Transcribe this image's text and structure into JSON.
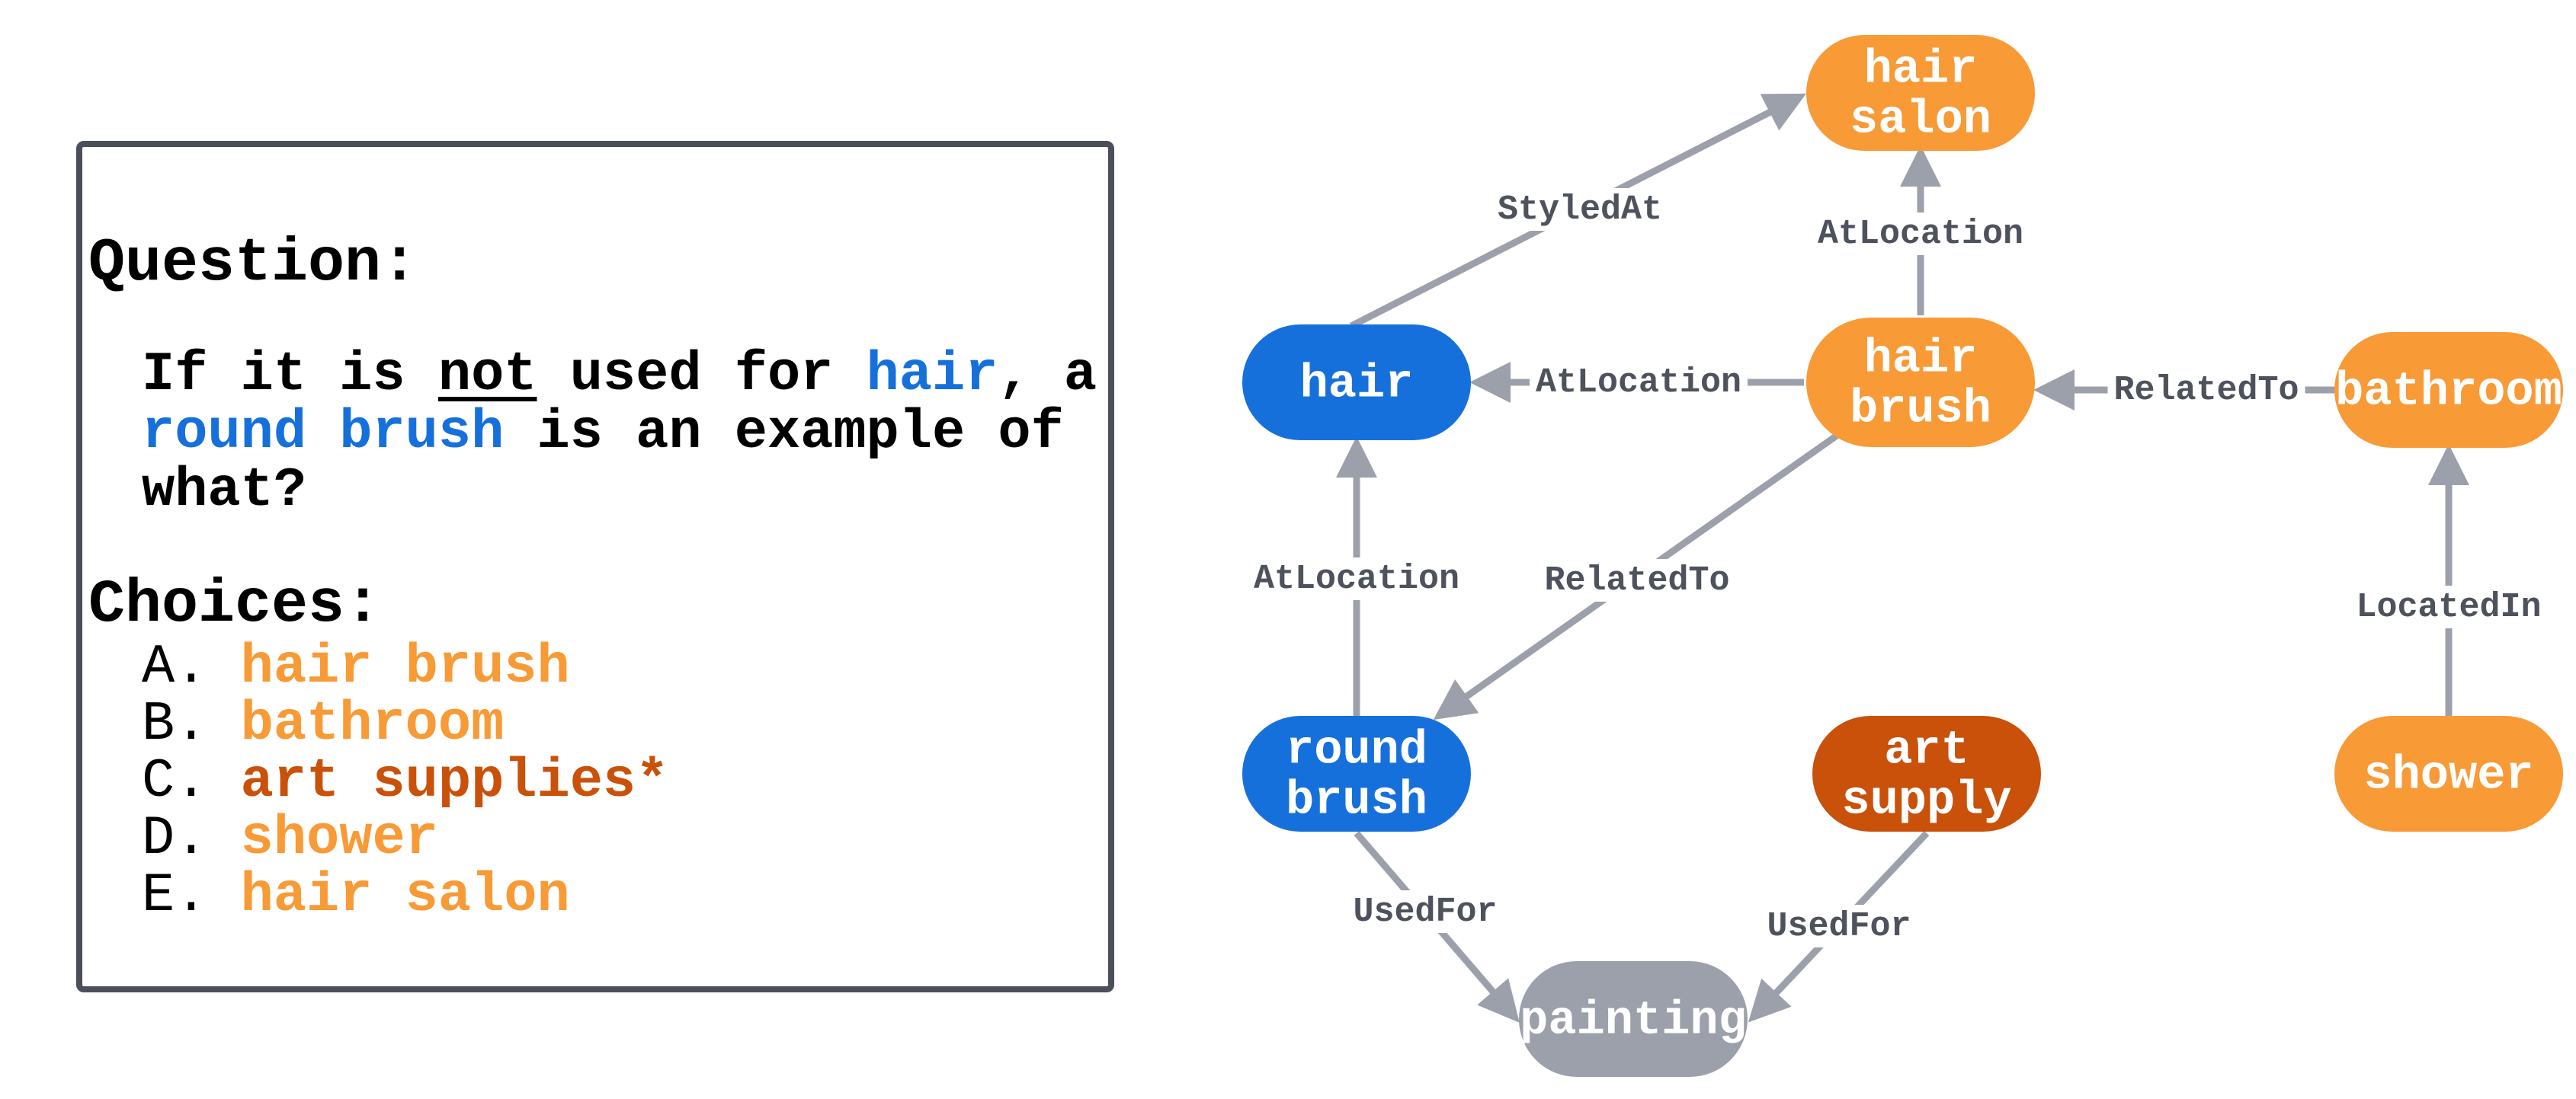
{
  "question": {
    "heading": "Question:",
    "line1_a": "If it is ",
    "line1_not": "not",
    "line1_b": " used for ",
    "line1_hair": "hair",
    "line1_c": ", a",
    "line2_kw": "round brush",
    "line2_rest": " is an example of",
    "line3": "what?"
  },
  "choices": {
    "heading": "Choices:",
    "items": [
      {
        "label": "A. ",
        "text": "hair brush"
      },
      {
        "label": "B. ",
        "text": "bathroom"
      },
      {
        "label": "C. ",
        "text": "art supplies*"
      },
      {
        "label": "D. ",
        "text": "shower"
      },
      {
        "label": "E. ",
        "text": "hair salon"
      }
    ]
  },
  "graph": {
    "colors": {
      "blue": "#1670dc",
      "orange": "#f89a36",
      "dark_orange": "#c9510a",
      "gray": "#9ca0aa",
      "edge": "#9ca0aa",
      "edge_label": "#4d525c"
    },
    "nodes": [
      {
        "id": "hair_salon",
        "lines": [
          "hair",
          "salon"
        ],
        "color": "orange"
      },
      {
        "id": "hair",
        "lines": [
          "hair"
        ],
        "color": "blue"
      },
      {
        "id": "hair_brush",
        "lines": [
          "hair",
          "brush"
        ],
        "color": "orange"
      },
      {
        "id": "bathroom",
        "lines": [
          "bathroom"
        ],
        "color": "orange"
      },
      {
        "id": "round_brush",
        "lines": [
          "round",
          "brush"
        ],
        "color": "blue"
      },
      {
        "id": "art_supply",
        "lines": [
          "art",
          "supply"
        ],
        "color": "dark_orange"
      },
      {
        "id": "shower",
        "lines": [
          "shower"
        ],
        "color": "orange"
      },
      {
        "id": "painting",
        "lines": [
          "painting"
        ],
        "color": "gray"
      }
    ],
    "edges": [
      {
        "id": "e1",
        "from": "hair",
        "to": "hair_salon",
        "label": "StyledAt"
      },
      {
        "id": "e2",
        "from": "hair_brush",
        "to": "hair_salon",
        "label": "AtLocation"
      },
      {
        "id": "e3",
        "from": "hair_brush",
        "to": "hair",
        "label": "AtLocation"
      },
      {
        "id": "e4",
        "from": "bathroom",
        "to": "hair_brush",
        "label": "RelatedTo"
      },
      {
        "id": "e5",
        "from": "round_brush",
        "to": "hair",
        "label": "AtLocation"
      },
      {
        "id": "e6",
        "from": "hair_brush",
        "to": "round_brush",
        "label": "RelatedTo"
      },
      {
        "id": "e7",
        "from": "shower",
        "to": "bathroom",
        "label": "LocatedIn"
      },
      {
        "id": "e8",
        "from": "round_brush",
        "to": "painting",
        "label": "UsedFor"
      },
      {
        "id": "e9",
        "from": "art_supply",
        "to": "painting",
        "label": "UsedFor"
      }
    ]
  }
}
